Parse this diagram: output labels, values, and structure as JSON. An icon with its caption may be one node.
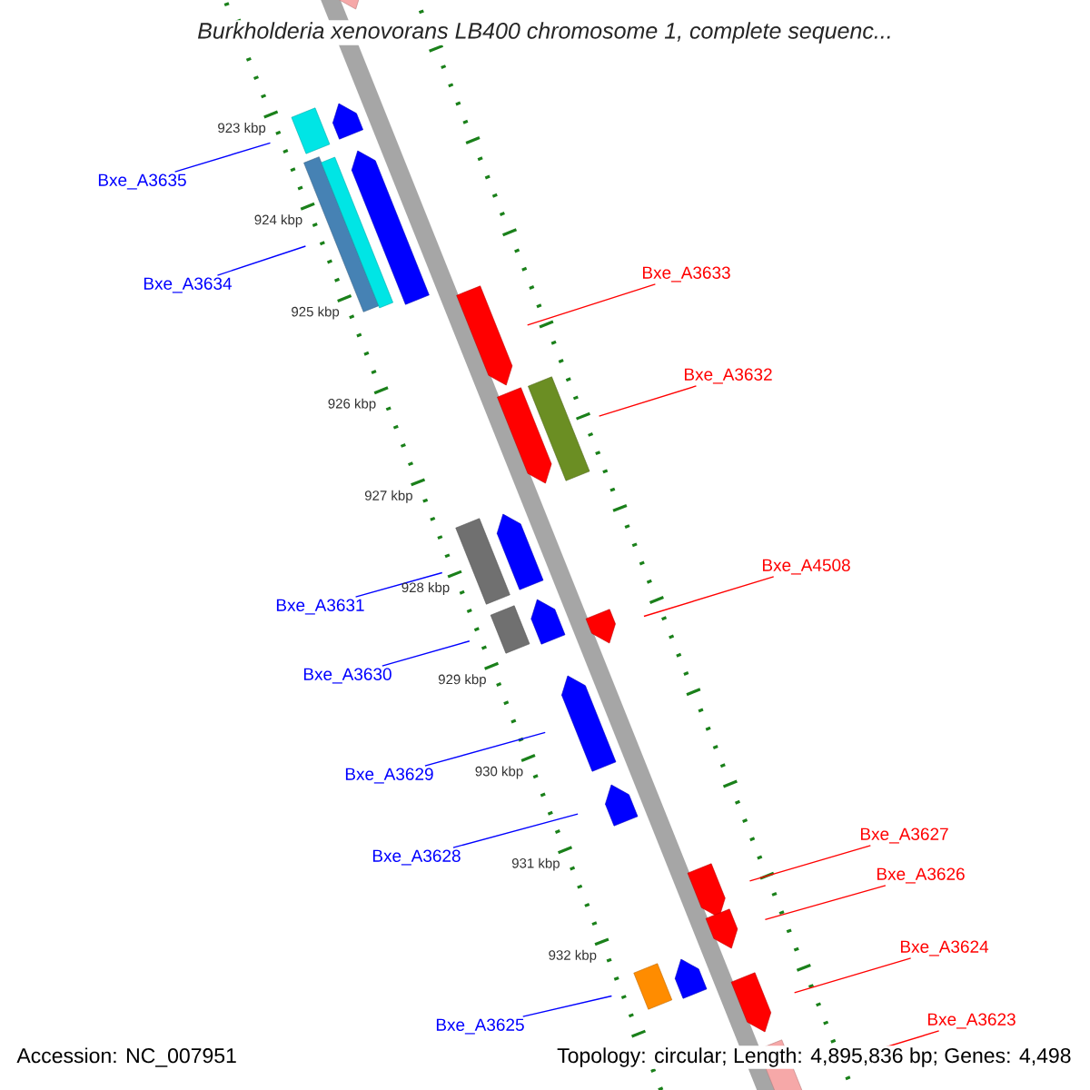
{
  "diagram": {
    "title": "Burkholderia xenovorans LB400 chromosome 1, complete sequenc...",
    "nodes": [
      {
        "text": [
          "Bxe_A3635"
        ]
      },
      {
        "text": [
          "Bxe_A3633"
        ]
      },
      {
        "text": [
          "Bxe_A3634"
        ]
      },
      {
        "text": [
          "Bxe_A3632"
        ]
      },
      {
        "text": [
          "Bxe_A4508"
        ]
      },
      {
        "text": [
          "Bxe_A3631"
        ]
      },
      {
        "text": [
          "Bxe_A3630"
        ]
      },
      {
        "text": [
          "Bxe_A3629"
        ]
      },
      {
        "text": [
          "Bxe_A3627"
        ]
      },
      {
        "text": [
          "Bxe_A3628"
        ]
      },
      {
        "text": [
          "Bxe_A3626"
        ]
      },
      {
        "text": [
          "Bxe_A3624"
        ]
      },
      {
        "text": [
          "Bxe_A3623"
        ]
      },
      {
        "text": [
          "Bxe_A3625"
        ]
      },
      {
        "text": [],
        "shape": "pentagon"
      },
      {
        "text": [],
        "shape": "pentagon"
      },
      {
        "text": [],
        "shape": "bar"
      },
      {
        "text": [],
        "shape": "pentagon"
      },
      {
        "text": [],
        "shape": "bar"
      },
      {
        "text": [],
        "shape": "bar"
      },
      {
        "text": [],
        "shape": "pentagon"
      },
      {
        "text": [],
        "shape": "bar"
      },
      {
        "text": [],
        "shape": "pentagon"
      },
      {
        "text": [],
        "shape": "pentagon"
      },
      {
        "text": [],
        "shape": "bar"
      },
      {
        "text": [],
        "shape": "pentagon"
      },
      {
        "text": [],
        "shape": "bar"
      },
      {
        "text": [],
        "shape": "pentagon"
      },
      {
        "text": [],
        "shape": "pentagon"
      },
      {
        "text": [],
        "shape": "pentagon"
      },
      {
        "text": [],
        "shape": "pentagon"
      },
      {
        "text": [],
        "shape": "pentagon"
      },
      {
        "text": [],
        "shape": "pentagon"
      },
      {
        "text": [],
        "shape": "bar"
      },
      {
        "text": [],
        "shape": "pentagon"
      },
      {
        "text": [],
        "shape": "pentagon"
      }
    ],
    "edges": [
      {
        "from": 0,
        "to": 16,
        "arrow": "none",
        "color": "#0000ff"
      },
      {
        "from": 1,
        "to": 20,
        "arrow": "none",
        "color": "#ff0000"
      },
      {
        "from": 2,
        "to": 18,
        "arrow": "none",
        "color": "#0000ff"
      },
      {
        "from": 3,
        "to": 21,
        "arrow": "none",
        "color": "#ff0000"
      },
      {
        "from": 4,
        "to": 27,
        "arrow": "none",
        "color": "#ff0000"
      },
      {
        "from": 5,
        "to": 24,
        "arrow": "none",
        "color": "#0000ff"
      },
      {
        "from": 6,
        "to": 26,
        "arrow": "none",
        "color": "#0000ff"
      },
      {
        "from": 7,
        "to": 28,
        "arrow": "none",
        "color": "#0000ff"
      },
      {
        "from": 8,
        "to": 30,
        "arrow": "none",
        "color": "#ff0000"
      },
      {
        "from": 9,
        "to": 29,
        "arrow": "none",
        "color": "#0000ff"
      },
      {
        "from": 10,
        "to": 31,
        "arrow": "none",
        "color": "#ff0000"
      },
      {
        "from": 11,
        "to": 34,
        "arrow": "none",
        "color": "#ff0000"
      },
      {
        "from": 12,
        "to": 35,
        "arrow": "none",
        "color": "#ff0000"
      },
      {
        "from": 13,
        "to": 33,
        "arrow": "none",
        "color": "#0000ff"
      }
    ],
    "labels": [
      "923 kbp",
      "924 kbp",
      "925 kbp",
      "926 kbp",
      "927 kbp",
      "928 kbp",
      "929 kbp",
      "930 kbp",
      "931 kbp",
      "932 kbp",
      "Accession: NC_007951",
      "Topology: circular; Length: 4,895,836 bp; Genes: 4,498"
    ]
  }
}
